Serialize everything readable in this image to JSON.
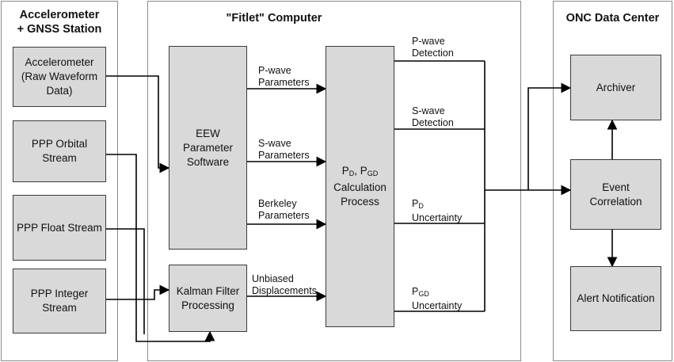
{
  "panels": {
    "left": "Accelerometer\n+ GNSS Station",
    "middle": "\"Fitlet\" Computer",
    "right": "ONC Data Center"
  },
  "boxes": {
    "accelerometer": "Accelerometer (Raw Waveform Data)",
    "ppp_orbital": "PPP Orbital Stream",
    "ppp_float": "PPP Float Stream",
    "ppp_integer": "PPP Integer Stream",
    "eew": "EEW Parameter Software",
    "kalman": "Kalman Filter Processing",
    "calc_main": "P",
    "calc_sub1": "D",
    "calc_sep": ", P",
    "calc_sub2": "GD",
    "calc_rest": "Calculation Process",
    "archiver": "Archiver",
    "event": "Event Correlation",
    "alert": "Alert Notification"
  },
  "labels": {
    "p_params": "P-wave Parameters",
    "s_params": "S-wave Parameters",
    "berkeley": "Berkeley Parameters",
    "unbiased": "Unbiased Displacements",
    "p_detect": "P-wave Detection",
    "s_detect": "S-wave Detection",
    "pd_main": "P",
    "pd_sub": "D",
    "pd_rest": " Uncertainty",
    "pgd_main": "P",
    "pgd_sub": "GD",
    "pgd_rest": "Uncertainty"
  }
}
